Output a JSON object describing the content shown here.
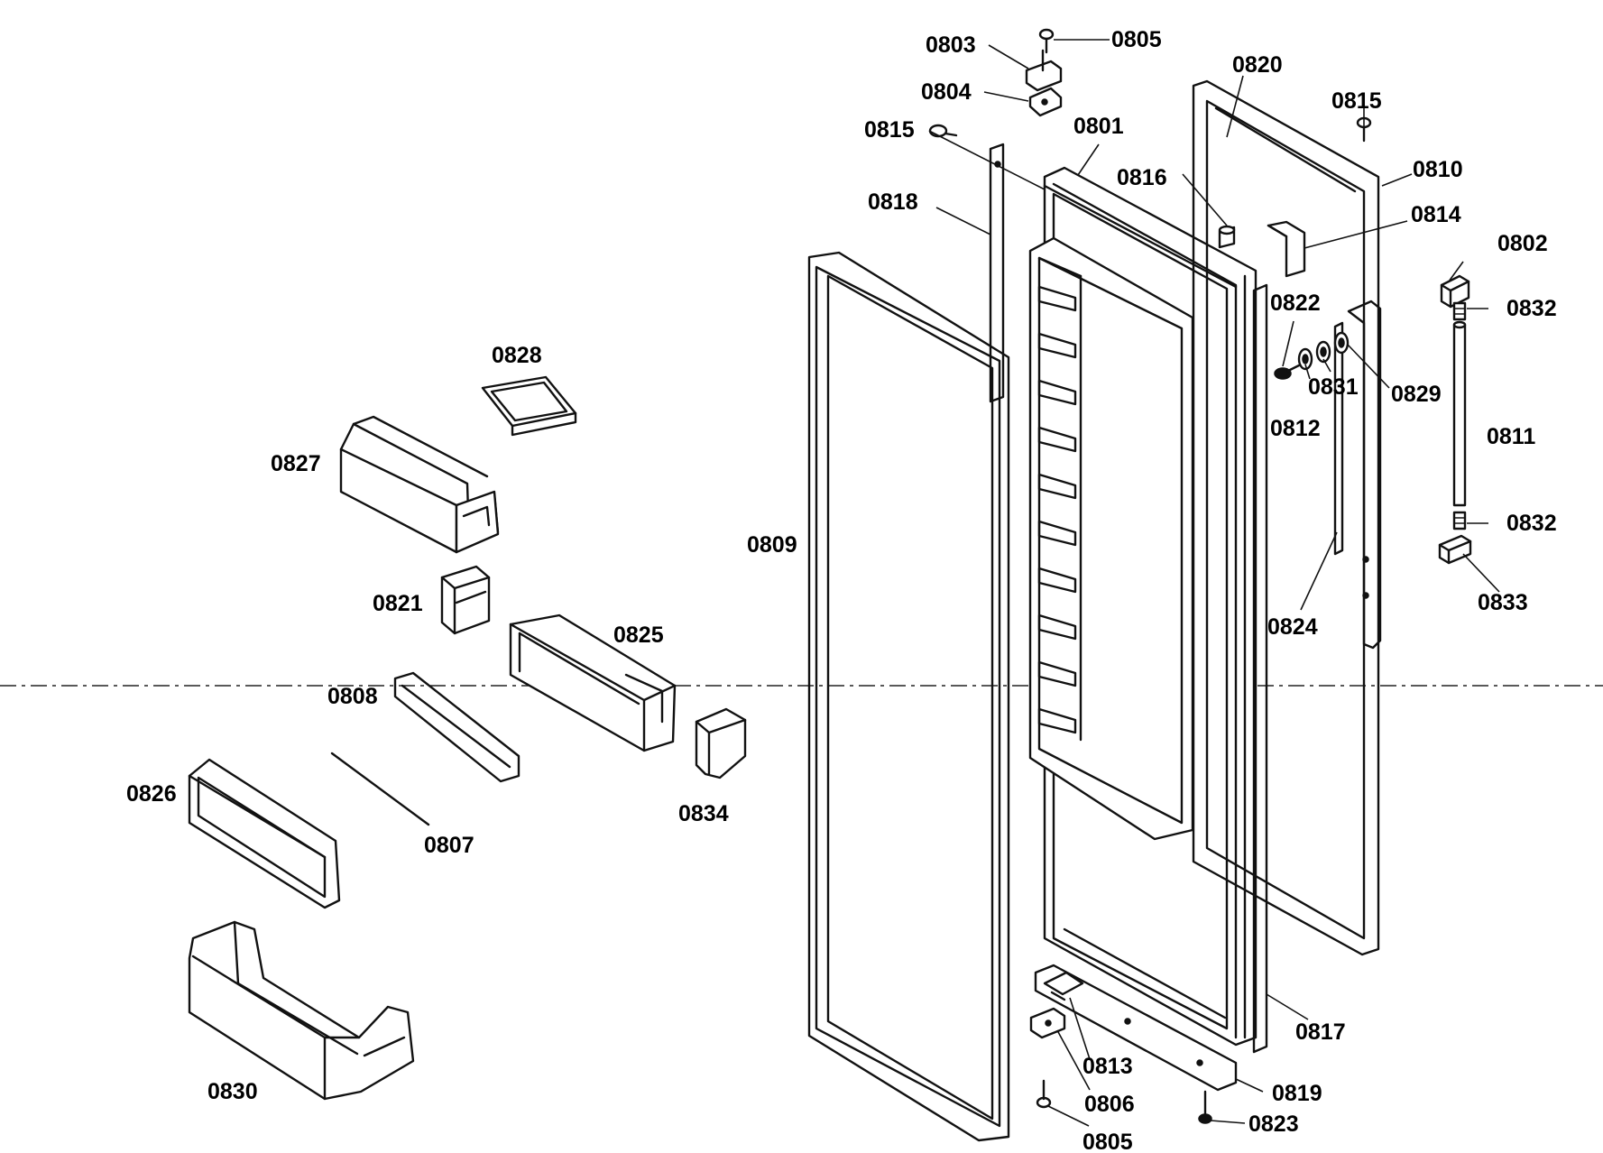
{
  "diagram": {
    "callouts": [
      {
        "id": "c0801",
        "text": "0801"
      },
      {
        "id": "c0802",
        "text": "0802"
      },
      {
        "id": "c0803",
        "text": "0803"
      },
      {
        "id": "c0804",
        "text": "0804"
      },
      {
        "id": "c0805a",
        "text": "0805"
      },
      {
        "id": "c0805b",
        "text": "0805"
      },
      {
        "id": "c0806",
        "text": "0806"
      },
      {
        "id": "c0807",
        "text": "0807"
      },
      {
        "id": "c0808",
        "text": "0808"
      },
      {
        "id": "c0809",
        "text": "0809"
      },
      {
        "id": "c0810",
        "text": "0810"
      },
      {
        "id": "c0811",
        "text": "0811"
      },
      {
        "id": "c0812",
        "text": "0812"
      },
      {
        "id": "c0813",
        "text": "0813"
      },
      {
        "id": "c0814",
        "text": "0814"
      },
      {
        "id": "c0815a",
        "text": "0815"
      },
      {
        "id": "c0815b",
        "text": "0815"
      },
      {
        "id": "c0816",
        "text": "0816"
      },
      {
        "id": "c0817",
        "text": "0817"
      },
      {
        "id": "c0818",
        "text": "0818"
      },
      {
        "id": "c0819",
        "text": "0819"
      },
      {
        "id": "c0820",
        "text": "0820"
      },
      {
        "id": "c0821",
        "text": "0821"
      },
      {
        "id": "c0822",
        "text": "0822"
      },
      {
        "id": "c0823",
        "text": "0823"
      },
      {
        "id": "c0824",
        "text": "0824"
      },
      {
        "id": "c0825",
        "text": "0825"
      },
      {
        "id": "c0826",
        "text": "0826"
      },
      {
        "id": "c0827",
        "text": "0827"
      },
      {
        "id": "c0828",
        "text": "0828"
      },
      {
        "id": "c0829",
        "text": "0829"
      },
      {
        "id": "c0830",
        "text": "0830"
      },
      {
        "id": "c0831",
        "text": "0831"
      },
      {
        "id": "c0832a",
        "text": "0832"
      },
      {
        "id": "c0832b",
        "text": "0832"
      },
      {
        "id": "c0833",
        "text": "0833"
      },
      {
        "id": "c0834",
        "text": "0834"
      }
    ]
  }
}
